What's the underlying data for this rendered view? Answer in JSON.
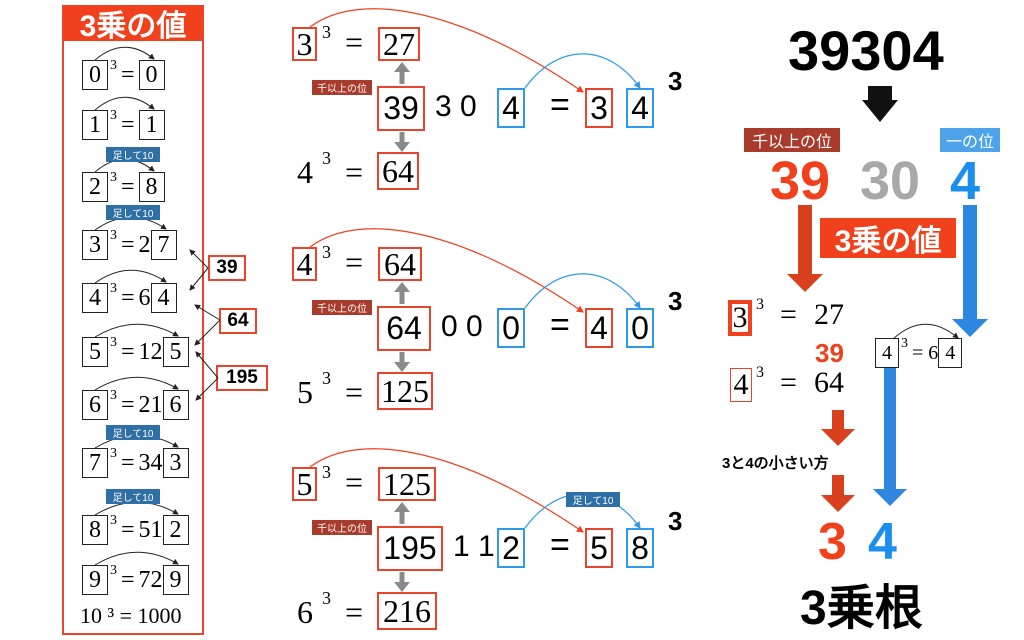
{
  "left": {
    "title": "3乗の値",
    "exp": "3",
    "eq": "=",
    "add_ten": "足して10",
    "rows": [
      {
        "base": "0",
        "prefix": "",
        "last": "0"
      },
      {
        "base": "1",
        "prefix": "",
        "last": "1"
      },
      {
        "base": "2",
        "prefix": "",
        "last": "8"
      },
      {
        "base": "3",
        "prefix": "2",
        "last": "7"
      },
      {
        "base": "4",
        "prefix": "6",
        "last": "4"
      },
      {
        "base": "5",
        "prefix": "12",
        "last": "5"
      },
      {
        "base": "6",
        "prefix": "21",
        "last": "6"
      },
      {
        "base": "7",
        "prefix": "34",
        "last": "3"
      },
      {
        "base": "8",
        "prefix": "51",
        "last": "2"
      },
      {
        "base": "9",
        "prefix": "72",
        "last": "9"
      }
    ],
    "last_row": "10 ³ = 1000",
    "side_values": [
      "39",
      "64",
      "195"
    ]
  },
  "middle": {
    "label": "千以上の位",
    "add_ten": "足して10",
    "blocks": [
      {
        "top_base": "3",
        "top_result": "27",
        "upper": "39",
        "rest": "3 0",
        "ones": "4",
        "ans_tens": "3",
        "ans_ones": "4",
        "bottom_base": "4",
        "bottom_result": "64"
      },
      {
        "top_base": "4",
        "top_result": "64",
        "upper": "64",
        "rest": "0 0",
        "ones": "0",
        "ans_tens": "4",
        "ans_ones": "0",
        "bottom_base": "5",
        "bottom_result": "125"
      },
      {
        "top_base": "5",
        "top_result": "125",
        "upper": "195",
        "rest": "1 1",
        "ones": "2",
        "ans_tens": "5",
        "ans_ones": "8",
        "bottom_base": "6",
        "bottom_result": "216"
      }
    ]
  },
  "right": {
    "number": "39304",
    "label_upper": "千以上の位",
    "label_ones": "一の位",
    "upper": "39",
    "middle": "30",
    "ones": "4",
    "cube_label": "3乗の値",
    "eq1_base": "3",
    "eq1_result": "27",
    "between": "39",
    "eq2_base": "4",
    "eq2_result": "64",
    "small_eq": {
      "base": "4",
      "prefix": "6",
      "last": "4"
    },
    "smaller": "3と4の小さい方",
    "ans_tens": "3",
    "ans_ones": "4",
    "result_label": "3乗根"
  },
  "colors": {
    "red": "#f0401c",
    "blue": "#1a8ff0",
    "gray": "#a8a8a8",
    "brown": "#a83b2b"
  }
}
